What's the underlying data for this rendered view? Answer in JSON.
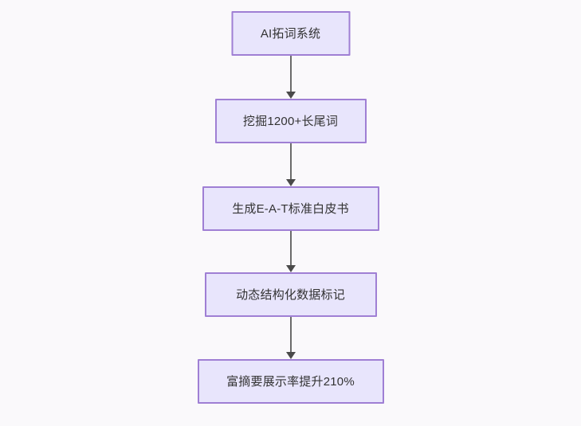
{
  "diagram": {
    "type": "flowchart",
    "orientation": "top-to-bottom",
    "background_color": "#faf9fb",
    "node_fill_color": "#e8e5fc",
    "node_border_color": "#9f7fd4",
    "node_text_color": "#333333",
    "edge_color": "#6b6b6b",
    "nodes": [
      {
        "id": "n0",
        "label": "AI拓词系统"
      },
      {
        "id": "n1",
        "label": "挖掘1200+长尾词"
      },
      {
        "id": "n2",
        "label": "生成E-A-T标准白皮书"
      },
      {
        "id": "n3",
        "label": "动态结构化数据标记"
      },
      {
        "id": "n4",
        "label": "富摘要展示率提升210%"
      }
    ],
    "edges": [
      {
        "id": "e0",
        "from": "n0",
        "to": "n1",
        "label": ""
      },
      {
        "id": "e1",
        "from": "n1",
        "to": "n2",
        "label": ""
      },
      {
        "id": "e2",
        "from": "n2",
        "to": "n3",
        "label": ""
      },
      {
        "id": "e3",
        "from": "n3",
        "to": "n4",
        "label": ""
      }
    ]
  }
}
